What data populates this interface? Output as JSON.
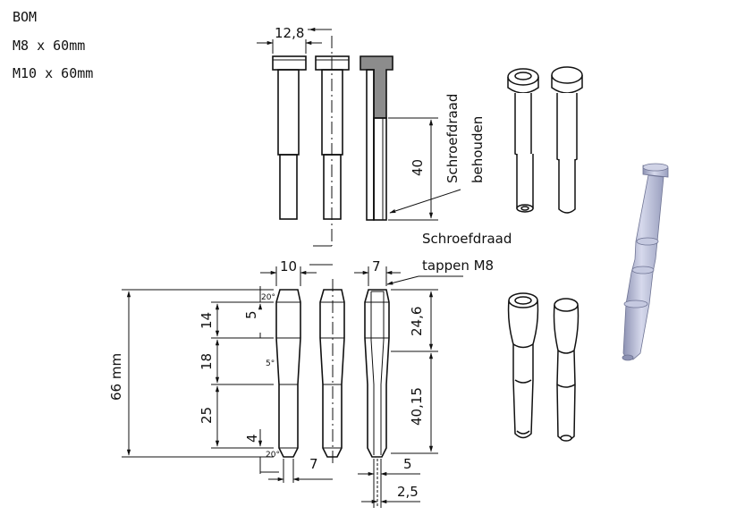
{
  "bom": {
    "title": "BOM",
    "items": [
      "M8 x 60mm",
      "M10 x 60mm"
    ]
  },
  "top_view": {
    "dim_head_width": "12,8",
    "dim_thread_depth": "40",
    "label_thread_kept_line1": "Schroefdraad",
    "label_thread_kept_line2": "behouden",
    "label_thread_tap_line1": "Schroefdraad",
    "label_thread_tap_line2": "tappen M8"
  },
  "bottom_view": {
    "dim_total_length": "66 mm",
    "dim_head_width": "10",
    "dim_bore_width": "7",
    "dim_seg_14": "14",
    "dim_seg_5": "5",
    "dim_seg_18": "18",
    "dim_seg_25": "25",
    "dim_seg_4": "4",
    "angle_top": "20°",
    "angle_taper": "5°",
    "angle_bottom": "20°",
    "dim_tip_width": "7",
    "dim_upper_right": "24,6",
    "dim_lower_right": "40,15",
    "dim_shank_5": "5",
    "dim_shank_2_5": "2,5"
  },
  "colors": {
    "line": "#111111",
    "hatch_fill": "#8c8c8c",
    "render_body": "#b9bdd6",
    "render_shade": "#8d92b3"
  }
}
